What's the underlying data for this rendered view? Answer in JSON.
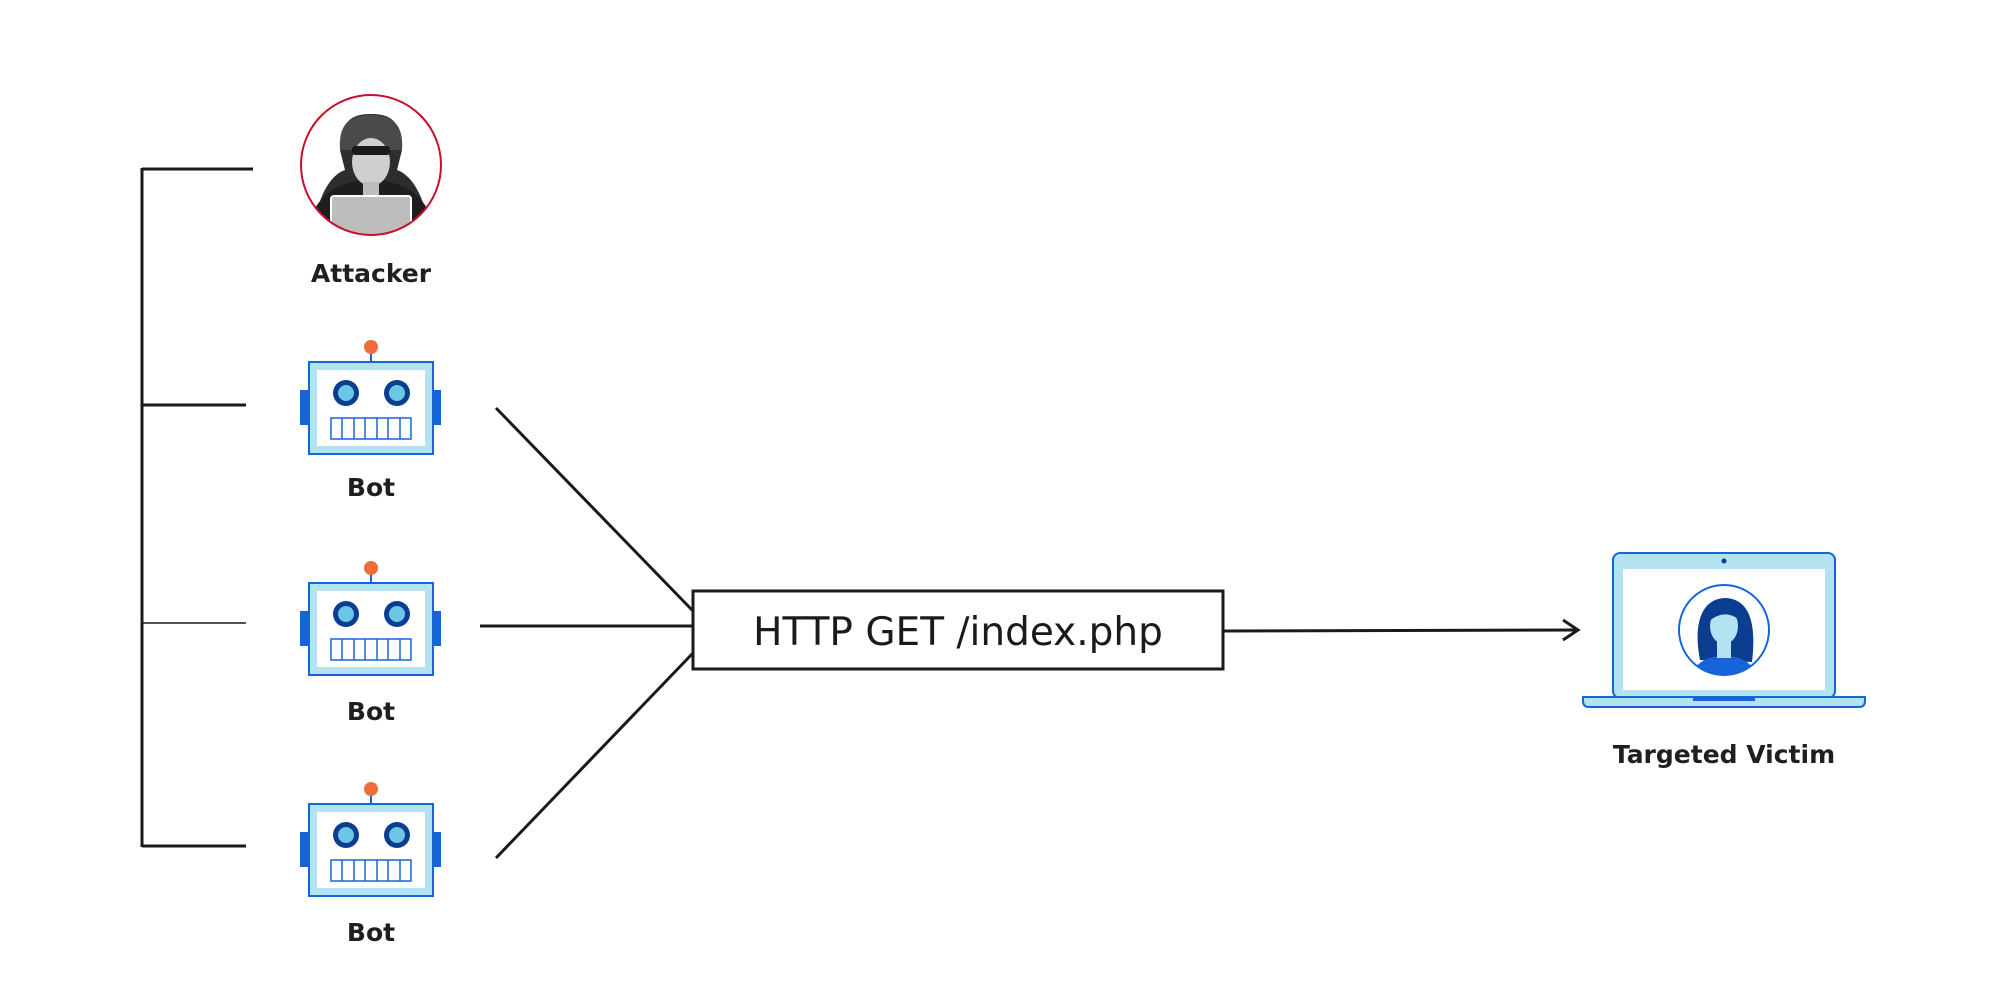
{
  "attacker": {
    "label": "Attacker"
  },
  "bots": [
    {
      "label": "Bot"
    },
    {
      "label": "Bot"
    },
    {
      "label": "Bot"
    }
  ],
  "request": {
    "label": "HTTP GET /index.php"
  },
  "victim": {
    "label": "Targeted Victim"
  },
  "colors": {
    "line": "#1a1a1a",
    "attacker_ring": "#c8102e",
    "bot_frame": "#1565d8",
    "bot_screen": "#b3e2f0",
    "bot_eye": "#0b3d91",
    "antenna_tip": "#f26b3a",
    "victim_avatar": "#0b3d91"
  }
}
